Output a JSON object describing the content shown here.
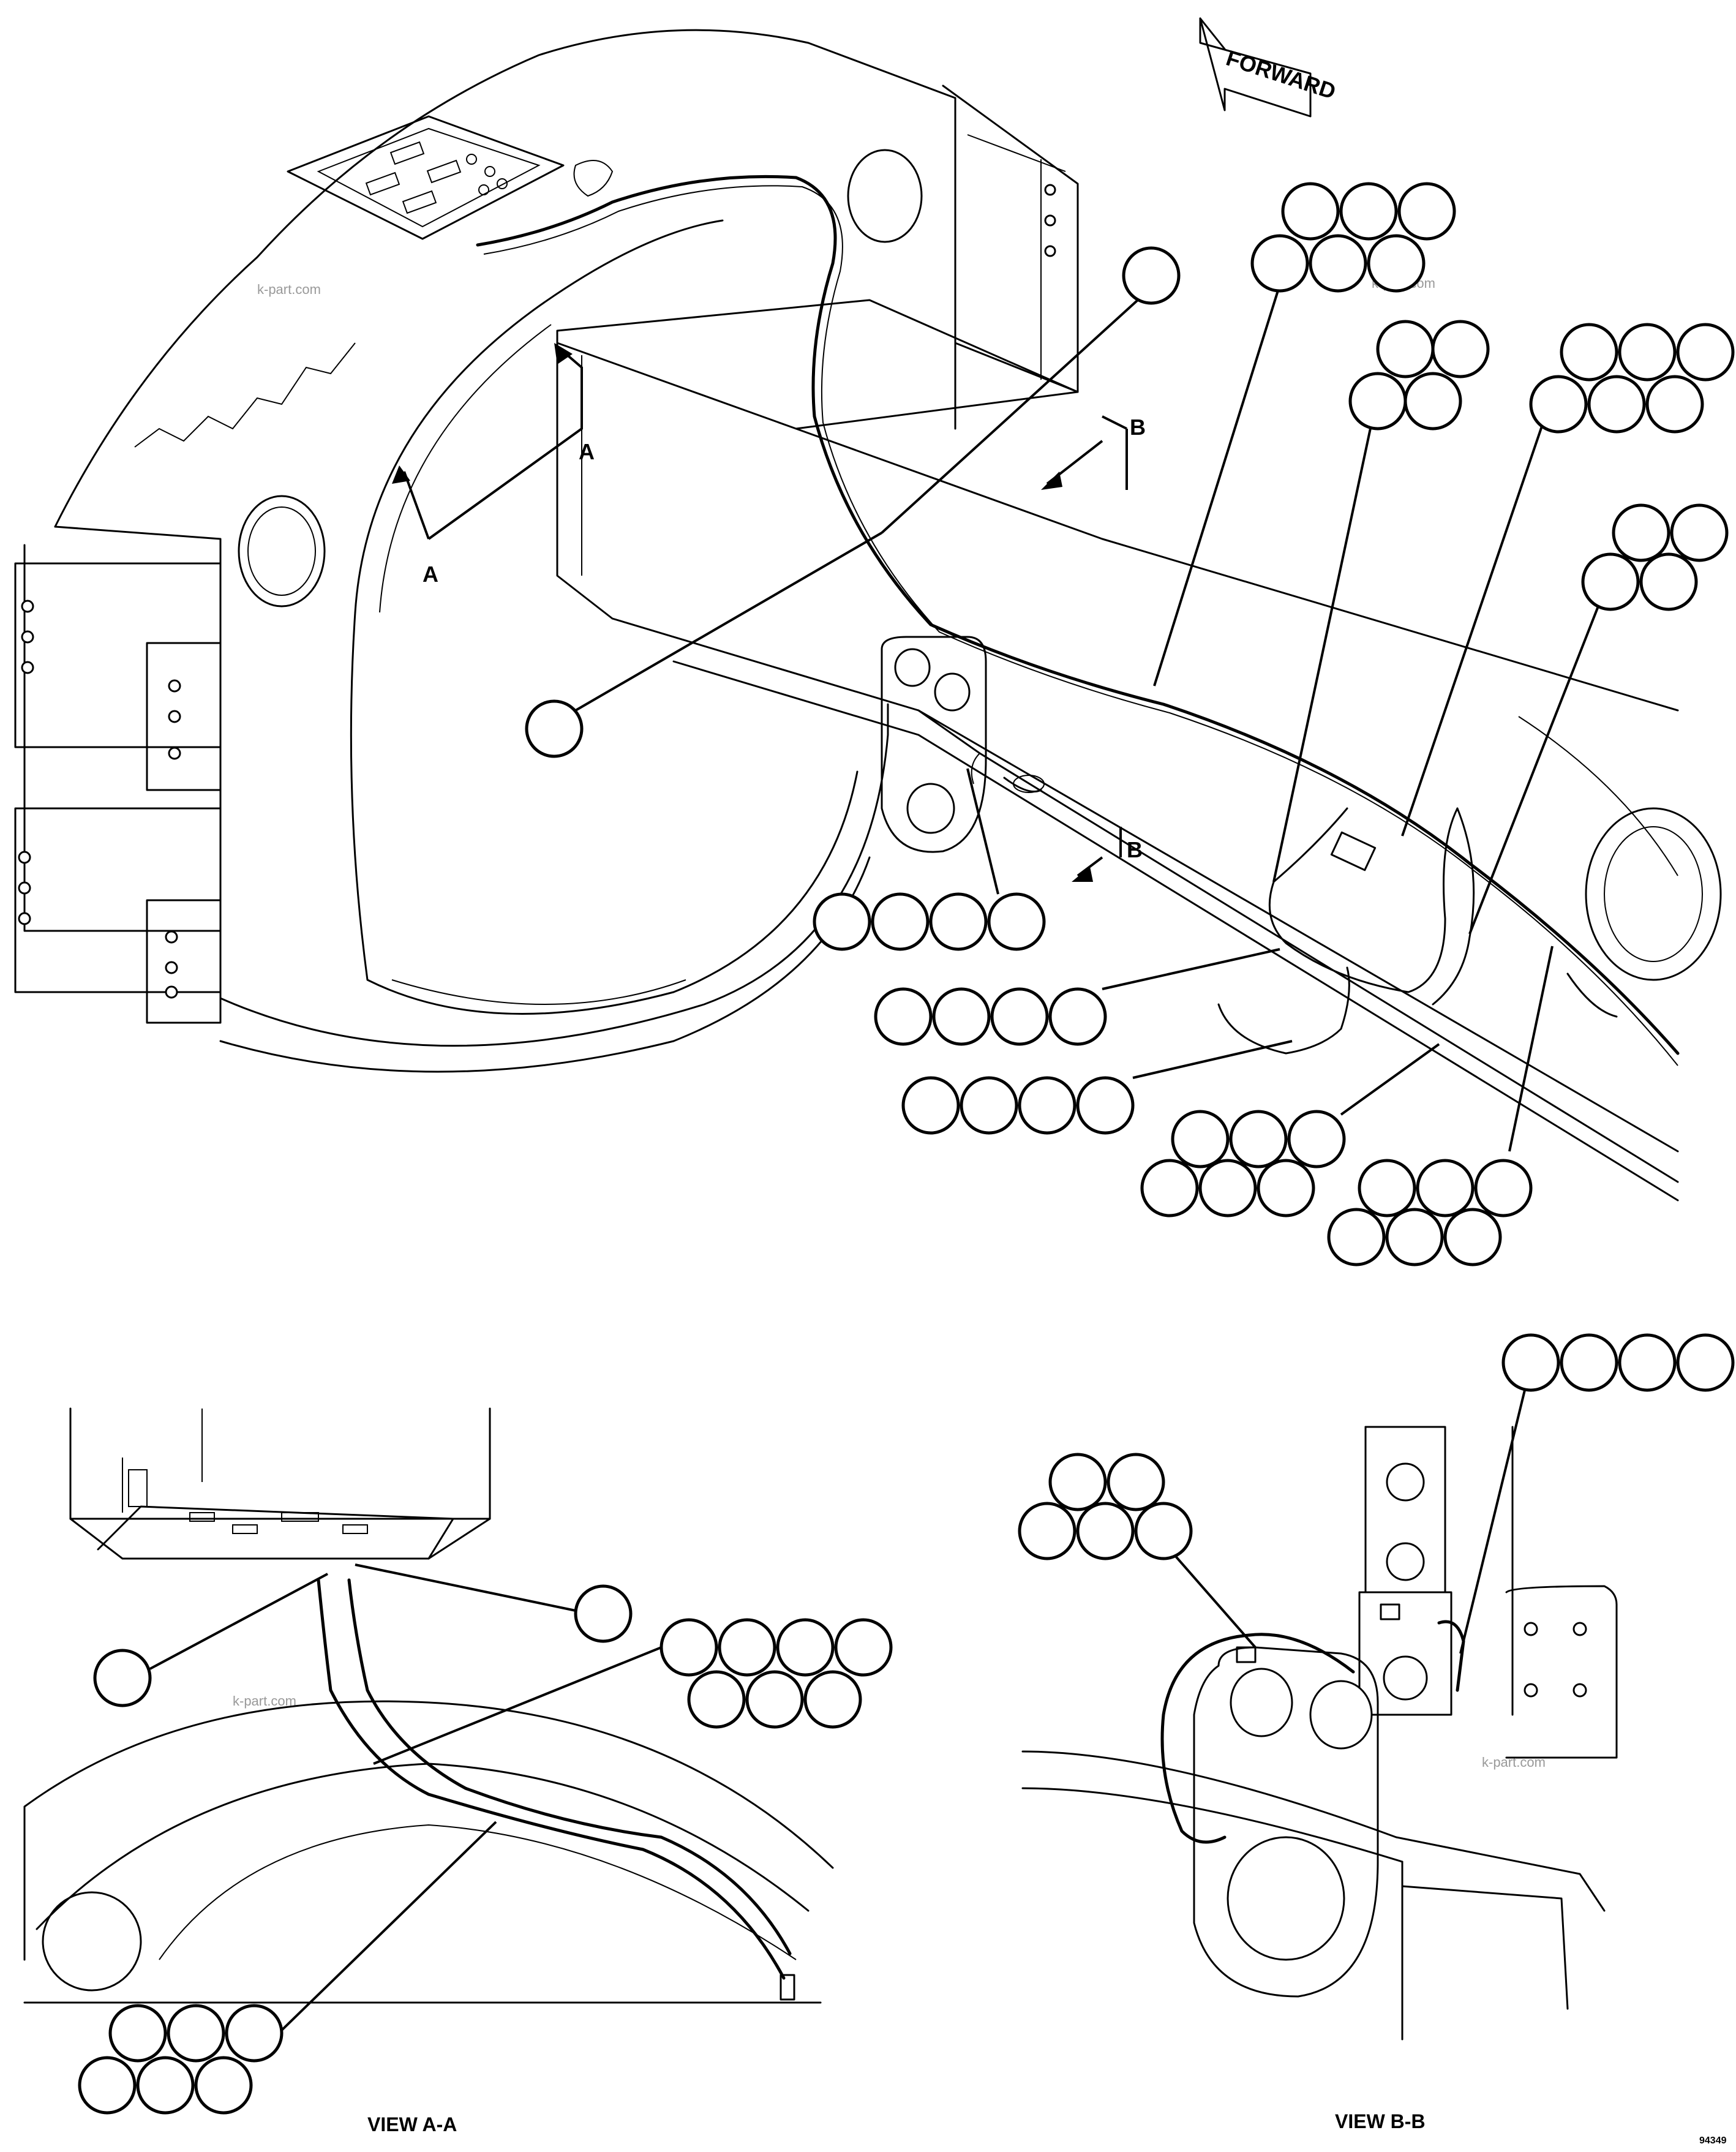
{
  "direction_arrow": {
    "label": "FORWARD"
  },
  "section_markers": {
    "a": "A",
    "b": "B"
  },
  "views": {
    "view_aa": "VIEW A-A",
    "view_bb": "VIEW B-B"
  },
  "watermark": "k-part.com",
  "drawing_number": "94349",
  "callout_groups": [
    {
      "id": "g1",
      "bubbles": 1
    },
    {
      "id": "g2",
      "bubbles": 6
    },
    {
      "id": "g3",
      "bubbles": 4
    },
    {
      "id": "g4",
      "bubbles": 6
    },
    {
      "id": "g5",
      "bubbles": 4
    },
    {
      "id": "g6",
      "bubbles": 1
    },
    {
      "id": "g7",
      "bubbles": 4
    },
    {
      "id": "g8",
      "bubbles": 4
    },
    {
      "id": "g9",
      "bubbles": 4
    },
    {
      "id": "g10",
      "bubbles": 6
    },
    {
      "id": "g11",
      "bubbles": 6
    },
    {
      "id": "g12",
      "bubbles": 1
    },
    {
      "id": "g13",
      "bubbles": 1
    },
    {
      "id": "g14",
      "bubbles": 7
    },
    {
      "id": "g15",
      "bubbles": 6
    },
    {
      "id": "g16",
      "bubbles": 5
    },
    {
      "id": "g17",
      "bubbles": 4
    }
  ]
}
